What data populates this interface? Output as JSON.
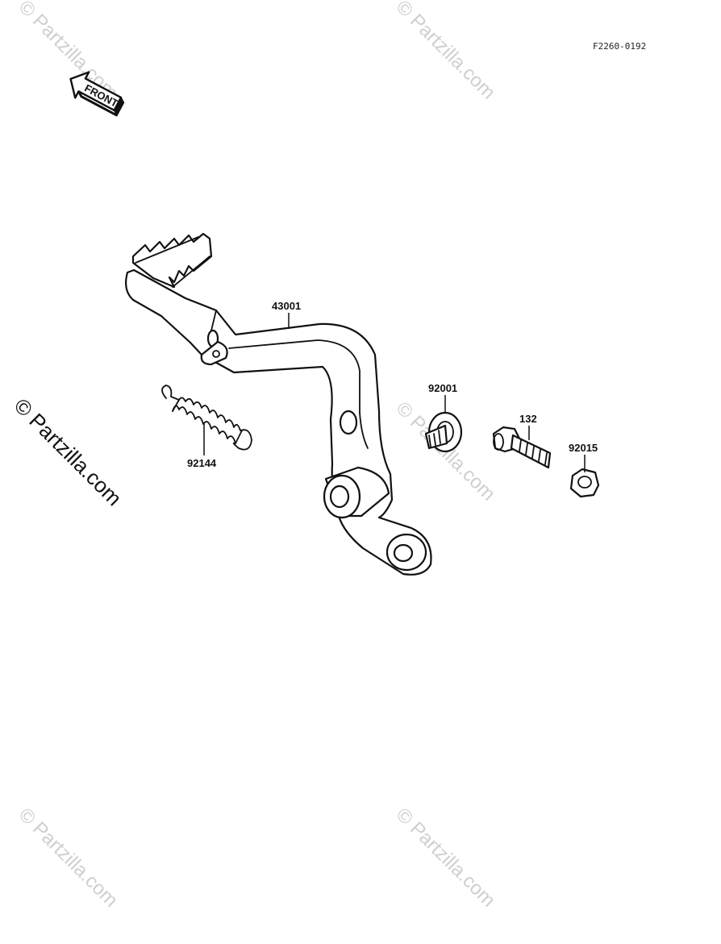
{
  "figure_ref": "F2260-0192",
  "front_label": "FRONT",
  "watermarks": {
    "corner": "© Partzilla.com",
    "side": "© Partzilla.com"
  },
  "parts": {
    "brake_pedal": "43001",
    "washer": "92001",
    "bolt": "132",
    "nut": "92015",
    "spring": "92144"
  }
}
